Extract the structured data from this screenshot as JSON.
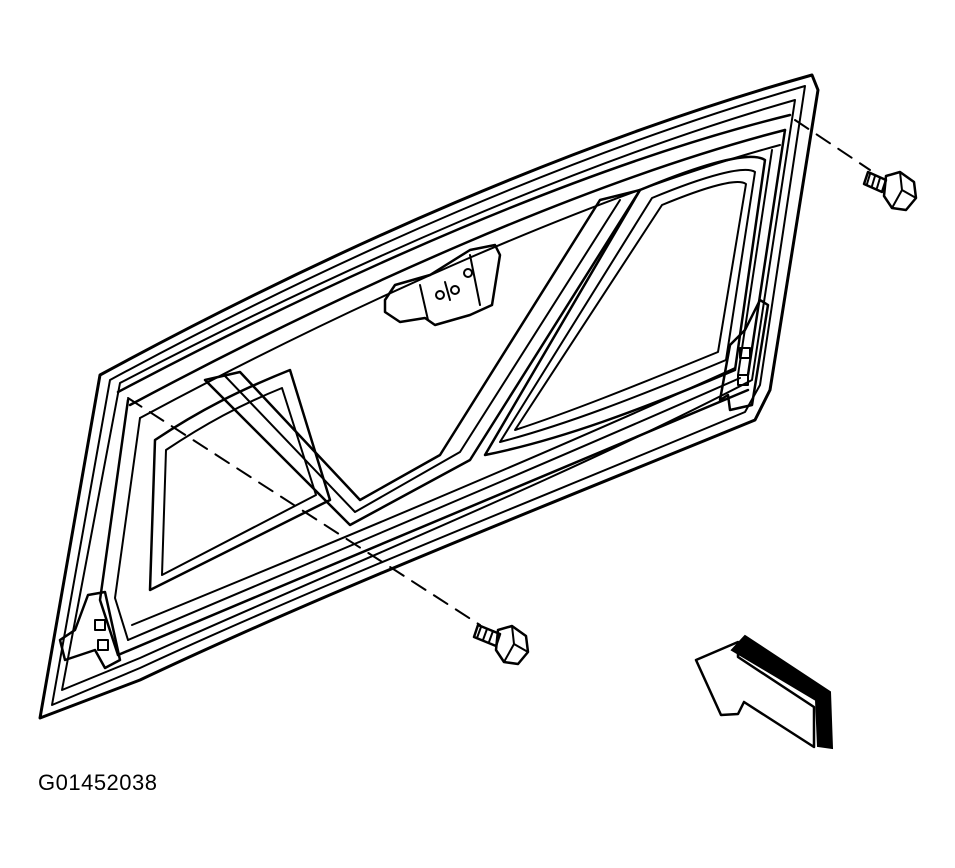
{
  "figure": {
    "id_label": "G01452038",
    "parts": {
      "panel": "liftgate-panel",
      "upper_bolt": "bolt",
      "lower_bolt": "bolt",
      "arrow": "view-direction-arrow"
    }
  },
  "colors": {
    "ink": "#000000",
    "background": "#ffffff"
  }
}
